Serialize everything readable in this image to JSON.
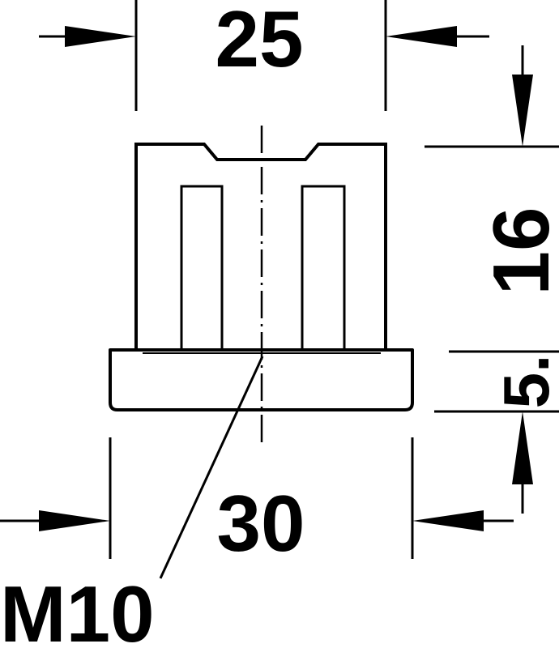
{
  "dimensions": {
    "top_width": "25",
    "height": "16",
    "base_height": "5.",
    "bottom_width": "30"
  },
  "thread_label": "M10",
  "colors": {
    "ink": "#000000",
    "background": "#ffffff"
  }
}
